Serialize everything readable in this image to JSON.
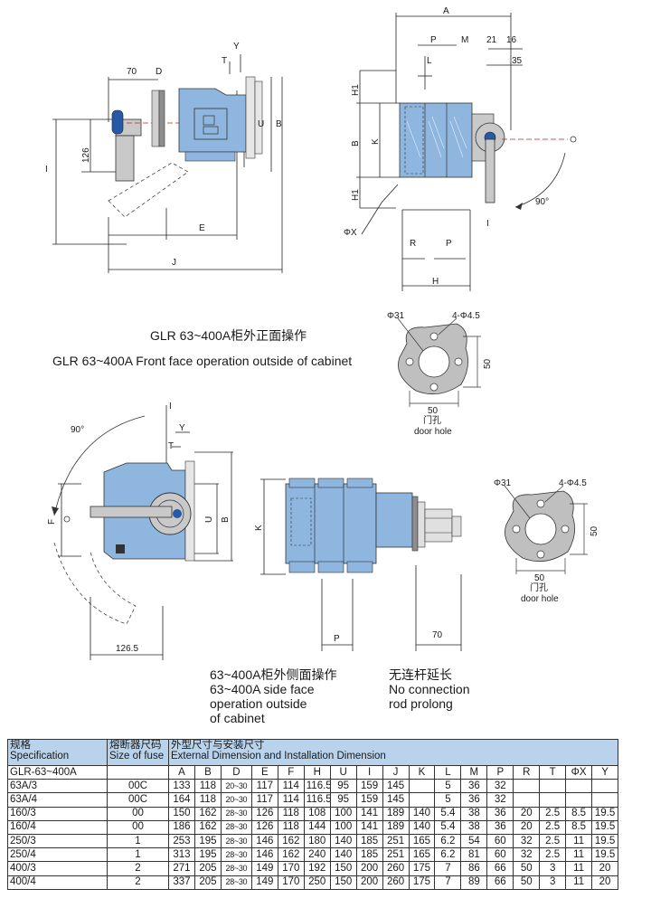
{
  "diagram1": {
    "labels": {
      "dim_70": "70",
      "D": "D",
      "Y": "Y",
      "T": "T",
      "U": "U",
      "B": "B",
      "I": "I",
      "dim_126": "126",
      "E": "E",
      "J": "J"
    }
  },
  "diagram2": {
    "labels": {
      "A": "A",
      "P": "P",
      "M": "M",
      "dim_21": "21",
      "dim_16": "16",
      "L": "L",
      "dim_35": "35",
      "H1_top": "H1",
      "B": "B",
      "K": "K",
      "H1_bottom": "H1",
      "X": "ΦX",
      "R": "R",
      "P2": "P",
      "H": "H",
      "I": "I",
      "angle": "90°"
    }
  },
  "caption_front": {
    "cn": "GLR 63~400A柜外正面操作",
    "en": "GLR 63~400A Front face operation outside of cabinet"
  },
  "doorhole1": {
    "hole": "Φ31",
    "bolts": "4-Φ4.5",
    "w": "50",
    "h": "50",
    "cn": "门孔",
    "en": "door hole"
  },
  "diagram3": {
    "labels": {
      "I": "I",
      "angle": "90°",
      "Y": "Y",
      "T": "T",
      "F": "F",
      "U": "U",
      "B": "B",
      "dim_126_5": "126.5"
    }
  },
  "diagram4": {
    "labels": {
      "K": "K",
      "P": "P",
      "dim_70": "70"
    }
  },
  "doorhole2": {
    "hole": "Φ31",
    "bolts": "4-Φ4.5",
    "w": "50",
    "h": "50",
    "cn": "门孔",
    "en": "door hole"
  },
  "caption_side": {
    "cn": "63~400A柜外侧面操作",
    "en1": "63~400A side face",
    "en2": "operation outside",
    "en3": "of cabinet"
  },
  "caption_norod": {
    "cn": "无连杆延长",
    "en1": "No connection",
    "en2": "rod prolong"
  },
  "table": {
    "head": {
      "spec_cn": "规格",
      "spec_en": "Specification",
      "fuse_cn": "熔断器尺码",
      "fuse_en": "Size of fuse",
      "dim_cn": "外型尺寸与安装尺寸",
      "dim_en": "External Dimension and Installation Dimension"
    },
    "series": "GLR-63~400A",
    "columns": [
      "A",
      "B",
      "D",
      "E",
      "F",
      "H",
      "U",
      "I",
      "J",
      "K",
      "L",
      "M",
      "P",
      "R",
      "T",
      "ΦX",
      "Y"
    ],
    "rows": [
      [
        "63A/3",
        "00C",
        "133",
        "118",
        "20~30",
        "117",
        "114",
        "116.5",
        "95",
        "159",
        "145",
        "",
        "5",
        "36",
        "32",
        "",
        "",
        "",
        ""
      ],
      [
        "63A/4",
        "00C",
        "164",
        "118",
        "20~30",
        "117",
        "114",
        "116.5",
        "95",
        "159",
        "145",
        "",
        "5",
        "36",
        "32",
        "",
        "",
        "",
        ""
      ],
      [
        "160/3",
        "00",
        "150",
        "162",
        "28~30",
        "126",
        "118",
        "108",
        "100",
        "141",
        "189",
        "140",
        "5.4",
        "38",
        "36",
        "20",
        "2.5",
        "8.5",
        "19.5"
      ],
      [
        "160/4",
        "00",
        "186",
        "162",
        "28~30",
        "126",
        "118",
        "144",
        "100",
        "141",
        "189",
        "140",
        "5.4",
        "38",
        "36",
        "20",
        "2.5",
        "8.5",
        "19.5"
      ],
      [
        "250/3",
        "1",
        "253",
        "195",
        "28~30",
        "146",
        "162",
        "180",
        "140",
        "185",
        "251",
        "165",
        "6.2",
        "54",
        "60",
        "32",
        "2.5",
        "11",
        "19.5"
      ],
      [
        "250/4",
        "1",
        "313",
        "195",
        "28~30",
        "146",
        "162",
        "240",
        "140",
        "185",
        "251",
        "165",
        "6.2",
        "81",
        "60",
        "32",
        "2.5",
        "11",
        "19.5"
      ],
      [
        "400/3",
        "2",
        "271",
        "205",
        "28~30",
        "149",
        "170",
        "192",
        "150",
        "200",
        "260",
        "175",
        "7",
        "86",
        "66",
        "50",
        "3",
        "11",
        "20"
      ],
      [
        "400/4",
        "2",
        "337",
        "205",
        "28~30",
        "149",
        "170",
        "250",
        "150",
        "200",
        "260",
        "175",
        "7",
        "89",
        "66",
        "50",
        "3",
        "11",
        "20"
      ]
    ]
  }
}
